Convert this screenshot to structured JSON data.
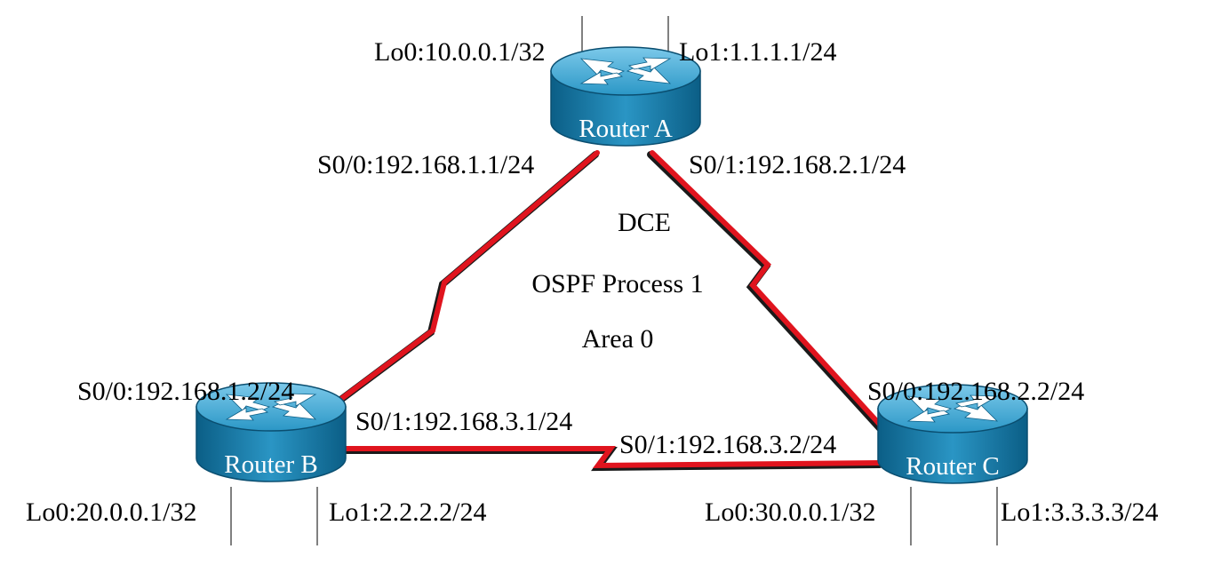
{
  "center_labels": {
    "dce": "DCE",
    "ospf": "OSPF Process 1",
    "area": "Area 0"
  },
  "routers": {
    "a": {
      "name": "Router A",
      "lo0": "Lo0:10.0.0.1/32",
      "lo1": "Lo1:1.1.1.1/24",
      "s0_0": "S0/0:192.168.1.1/24",
      "s0_1": "S0/1:192.168.2.1/24"
    },
    "b": {
      "name": "Router B",
      "lo0": "Lo0:20.0.0.1/32",
      "lo1": "Lo1:2.2.2.2/24",
      "s0_0": "S0/0:192.168.1.2/24",
      "s0_1": "S0/1:192.168.3.1/24"
    },
    "c": {
      "name": "Router C",
      "lo0": "Lo0:30.0.0.1/32",
      "lo1": "Lo1:3.3.3.3/24",
      "s0_0": "S0/0:192.168.2.2/24",
      "s0_1": "S0/1:192.168.3.2/24"
    }
  },
  "colors": {
    "link": "#e0141e",
    "link_shadow": "#1a1a1a",
    "router_top": "#3aa3cf",
    "router_side": "#0f6f99",
    "router_arrow": "#ffffff"
  }
}
